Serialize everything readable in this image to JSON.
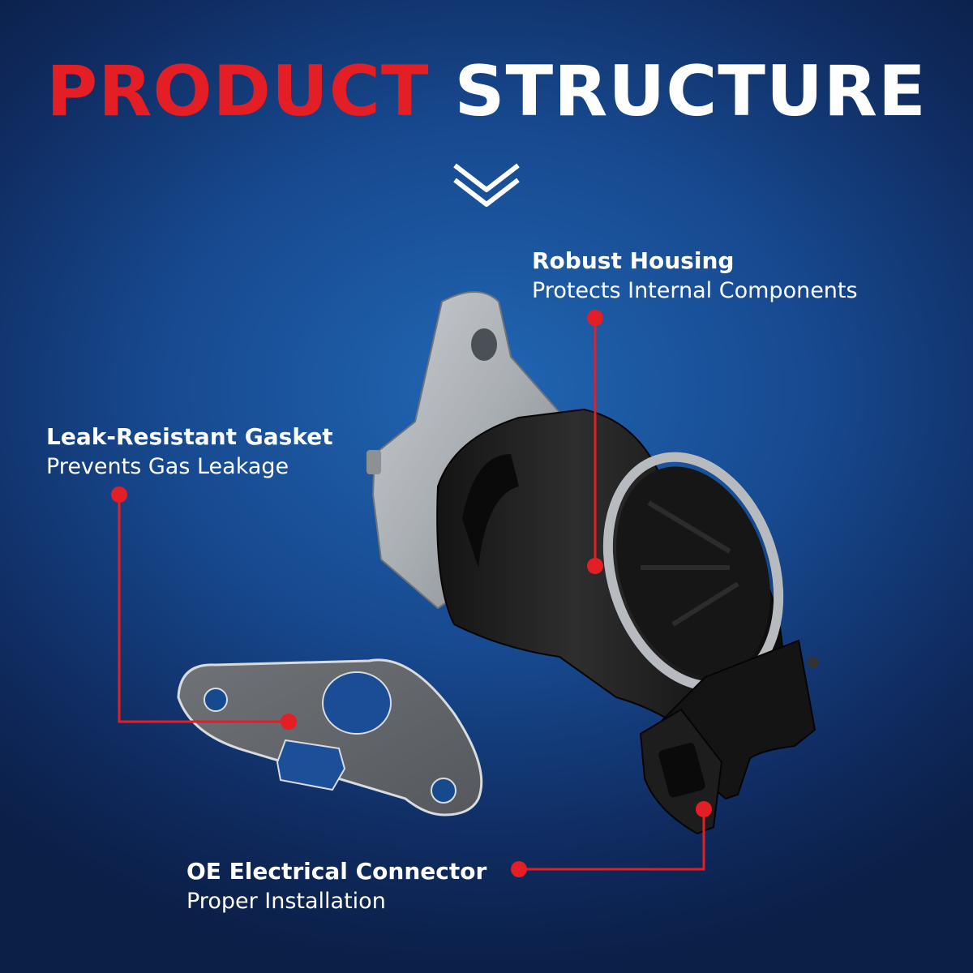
{
  "title": {
    "word1": "PRODUCT",
    "word2": "STRUCTURE"
  },
  "colors": {
    "accent": "#e31e24",
    "text": "#ffffff",
    "background": "#17498f"
  },
  "icons": {
    "scroll_indicator": "double-chevron-down-icon"
  },
  "callouts": {
    "housing": {
      "heading": "Robust Housing",
      "description": "Protects Internal Components"
    },
    "gasket": {
      "heading": "Leak-Resistant Gasket",
      "description": "Prevents Gas Leakage"
    },
    "connector": {
      "heading": "OE Electrical Connector",
      "description": "Proper Installation"
    }
  }
}
